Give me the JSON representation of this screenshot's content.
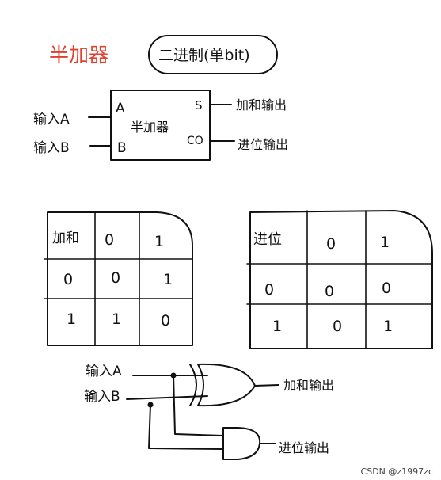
{
  "title": "半加器",
  "subtitle": "二进制(单bit)",
  "colors": {
    "ink": "#111111",
    "title": "#e0412f"
  },
  "block": {
    "label": "半加器",
    "input_a_label": "输入A",
    "input_b_label": "输入B",
    "port_a": "A",
    "port_b": "B",
    "port_s": "S",
    "port_co": "CO",
    "output_s_label": "加和输出",
    "output_co_label": "进位输出"
  },
  "sum_table": {
    "corner": "加和",
    "cols": [
      "0",
      "1"
    ],
    "rows": [
      {
        "head": "0",
        "cells": [
          "0",
          "1"
        ]
      },
      {
        "head": "1",
        "cells": [
          "1",
          "0"
        ]
      }
    ]
  },
  "carry_table": {
    "corner": "进位",
    "cols": [
      "0",
      "1"
    ],
    "rows": [
      {
        "head": "0",
        "cells": [
          "0",
          "0"
        ]
      },
      {
        "head": "1",
        "cells": [
          "0",
          "1"
        ]
      }
    ]
  },
  "gates": {
    "input_a_label": "输入A",
    "input_b_label": "输入B",
    "xor_output_label": "加和输出",
    "and_output_label": "进位输出"
  },
  "watermark": "CSDN @z1997zc"
}
